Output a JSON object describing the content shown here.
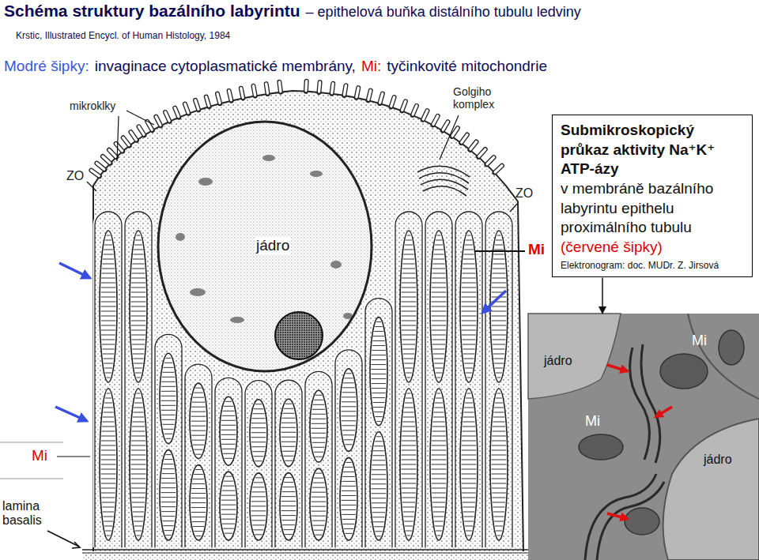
{
  "diagram": {
    "title": "Schéma struktury bazálního labyrintu",
    "nodes": [
      {
        "text": [
          "Submikroskopický průkaz aktivity Na⁺K⁺ ATP-ázy",
          "v membráně bazálního labyrintu epithelu proximálního tubulu",
          "(červené šipky)",
          "Elektronogram: doc. MUDr. Z. Jirsová"
        ]
      },
      {
        "text": [
          "jádro",
          "Mi",
          "Mi",
          "jádro"
        ]
      }
    ],
    "edges": [
      {
        "from": 0,
        "to": 1,
        "arrow": "to"
      }
    ],
    "labels": [
      "– epithelová buňka distálního tubulu ledviny",
      "Krstic, Illustrated Encycl. of Human Histology, 1984",
      "Modré šipky:",
      "invaginace cytoplasmatické membrány,",
      "Mi:",
      "tyčinkovité mitochondrie",
      "mikroklky",
      "Golgiho komplex",
      "ZO",
      "ZO",
      "jádro",
      "Mi",
      "Mi",
      "lamina basalis"
    ]
  }
}
